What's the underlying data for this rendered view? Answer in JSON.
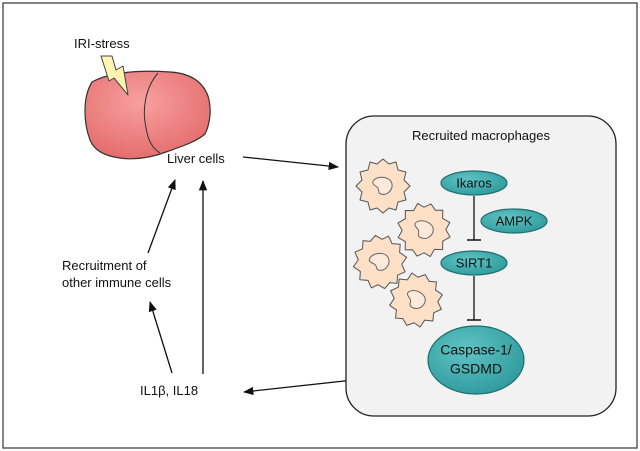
{
  "labels": {
    "stress": "IRI-stress",
    "liver_cells": "Liver cells",
    "recruitment_line1": "Recruitment of",
    "recruitment_line2": "other immune cells",
    "cytokines": "IL1β, IL18",
    "panel_title": "Recruited macrophages"
  },
  "nodes": {
    "ikaros": "Ikaros",
    "ampk": "AMPK",
    "sirt1": "SIRT1",
    "caspase_line1": "Caspase-1/",
    "caspase_line2": "GSDMD"
  },
  "colors": {
    "liver": "#f07a7a",
    "liver_dark": "#d85a5a",
    "lightning": "#fff5b0",
    "panel_bg": "#f2f2f2",
    "macrophage": "#fde0c6",
    "macrophage_nucleus": "#fbe6d2",
    "node_fill": "#3aa9ab",
    "node_stroke": "#1d6e70"
  },
  "icons": [
    "liver-icon",
    "lightning-icon",
    "macrophage-icon"
  ]
}
